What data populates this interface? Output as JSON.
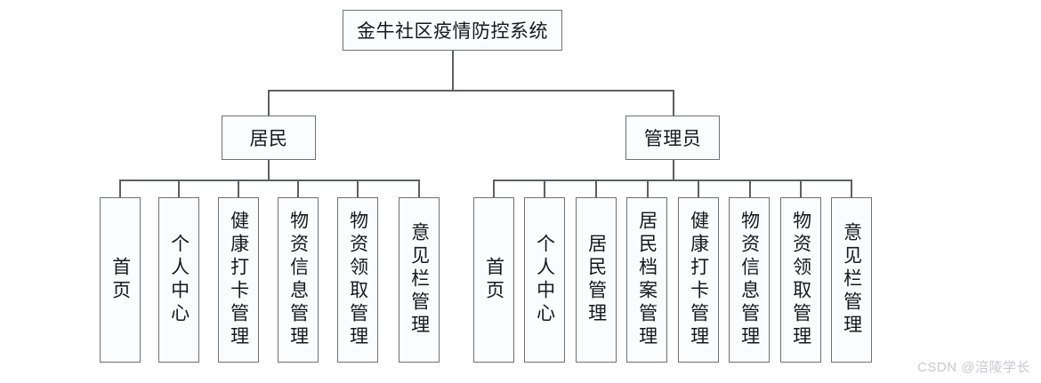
{
  "diagram": {
    "type": "tree",
    "root": {
      "label": "金牛社区疫情防控系统"
    },
    "branches": [
      {
        "label": "居民",
        "leaves": [
          {
            "label": "首页"
          },
          {
            "label": "个人中心"
          },
          {
            "label": "健康打卡管理"
          },
          {
            "label": "物资信息管理"
          },
          {
            "label": "物资领取管理"
          },
          {
            "label": "意见栏管理"
          }
        ]
      },
      {
        "label": "管理员",
        "leaves": [
          {
            "label": "首页"
          },
          {
            "label": "个人中心"
          },
          {
            "label": "居民管理"
          },
          {
            "label": "居民档案管理"
          },
          {
            "label": "健康打卡管理"
          },
          {
            "label": "物资信息管理"
          },
          {
            "label": "物资领取管理"
          },
          {
            "label": "意见栏管理"
          }
        ]
      }
    ]
  },
  "watermark": {
    "text": "CSDN @涪陵学长"
  },
  "colors": {
    "box_border": "#6f7174",
    "box_fill": "#fbfcfe",
    "line": "#5d5f63",
    "text": "#17181a",
    "watermark": "#c9c9cc"
  }
}
